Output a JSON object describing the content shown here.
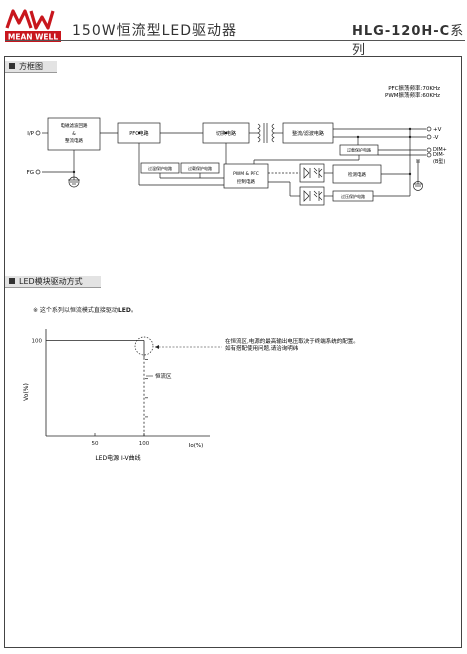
{
  "header": {
    "title": "150W恒流型LED驱动器",
    "model": "HLG-120H-C",
    "series_suffix": "系列",
    "brand": {
      "top": "MW",
      "bottom": "MEAN WELL"
    }
  },
  "block_diagram": {
    "section_label": "方框图",
    "freq_pfc": "PFC振荡频率:70KHz",
    "freq_pwm": "PWM振荡频率:60KHz",
    "ports": {
      "ip": "I/P",
      "fg": "FG",
      "vplus": "+V",
      "vminus": "-V",
      "dimplus": "DIM+",
      "dimminus": "DIM-",
      "btype": "(B型)"
    },
    "blocks": {
      "emi_line1": "电磁滤波回路",
      "emi_line2": "&",
      "emi_line3": "整流电路",
      "pfc": "PFC电路",
      "switch": "切换电路",
      "rectifier": "整流/滤波电路",
      "over_voltage_top": "过载保护电路",
      "over_temp": "过温保护电路",
      "over_voltage_mid": "过载保护电路",
      "pwm_line1": "PWM & PFC",
      "pwm_line2": "控制电路",
      "detection": "检测电路",
      "ov_bottom": "过压保护电路"
    }
  },
  "led_section": {
    "section_label": "LED模块驱动方式",
    "note_prefix": "※ 这个系列以恒流模式直接驱动",
    "note_bold": "LED",
    "note_suffix": "。",
    "annotation_line1": "在恒流区,电源的最高输出电压取决于终端系统的配置。",
    "annotation_line2": "如有搭配使用问题,请洽询明纬",
    "cc_region_label": "恒流区",
    "chart_caption": "LED电源 I-V曲线"
  },
  "chart_data": {
    "type": "line",
    "title": "LED电源 I-V曲线",
    "xlabel": "Io(%)",
    "ylabel": "Vo(%)",
    "x_ticks": [
      "50",
      "100"
    ],
    "y_ticks": [
      "100"
    ],
    "series": [
      {
        "x": [
          0,
          100
        ],
        "y": [
          100,
          100
        ]
      },
      {
        "x": [
          100,
          100
        ],
        "y": [
          100,
          82
        ]
      }
    ],
    "dashed_series": {
      "x": [
        100,
        100
      ],
      "y": [
        82,
        0
      ]
    },
    "annotation": "恒流区",
    "grid": false
  }
}
